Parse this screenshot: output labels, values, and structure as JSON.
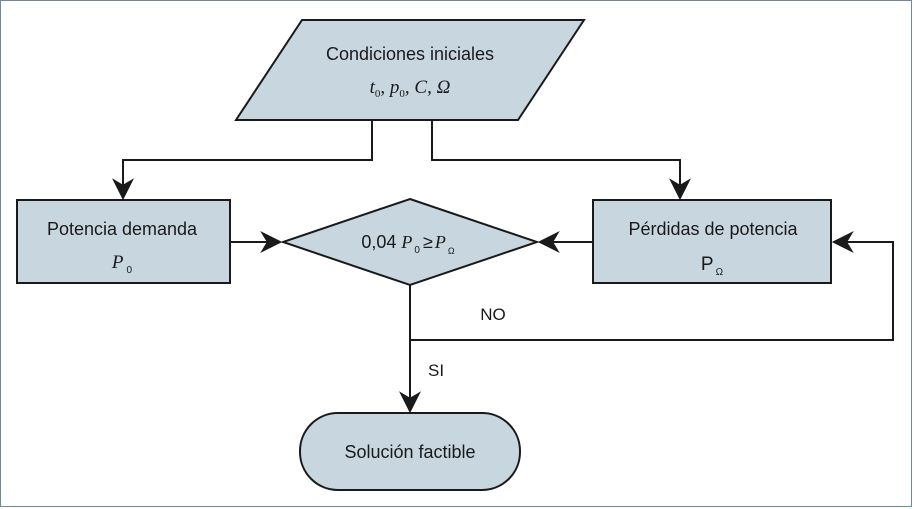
{
  "diagram": {
    "type": "flowchart",
    "colors": {
      "node_fill": "#c8d6df",
      "stroke": "#1a1a1a",
      "frame": "#6e8a9a",
      "background": "#ffffff"
    },
    "nodes": {
      "inputs": {
        "shape": "parallelogram",
        "title": "Condiciones iniciales",
        "vars": [
          "t",
          "0",
          ", ",
          "p",
          "0",
          ", C, Ω"
        ]
      },
      "demand": {
        "shape": "rectangle",
        "title": "Potencia demanda",
        "var": "P",
        "sub": "0"
      },
      "losses": {
        "shape": "rectangle",
        "title": "Pérdidas de potencia",
        "var": "P",
        "sub": "Ω"
      },
      "decision": {
        "shape": "diamond",
        "coef": "0,04",
        "lhs_var": "P",
        "lhs_sub": "0",
        "op": "≥",
        "rhs_var": "P",
        "rhs_sub": "Ω"
      },
      "result": {
        "shape": "terminal",
        "title": "Solución factible"
      }
    },
    "edges": [
      {
        "from": "inputs",
        "to": "demand",
        "label": ""
      },
      {
        "from": "inputs",
        "to": "losses",
        "label": ""
      },
      {
        "from": "demand",
        "to": "decision",
        "label": ""
      },
      {
        "from": "losses",
        "to": "decision",
        "label": ""
      },
      {
        "from": "decision",
        "to": "losses",
        "label": "NO"
      },
      {
        "from": "decision",
        "to": "result",
        "label": "SI"
      }
    ],
    "labels": {
      "no": "NO",
      "si": "SI"
    }
  }
}
